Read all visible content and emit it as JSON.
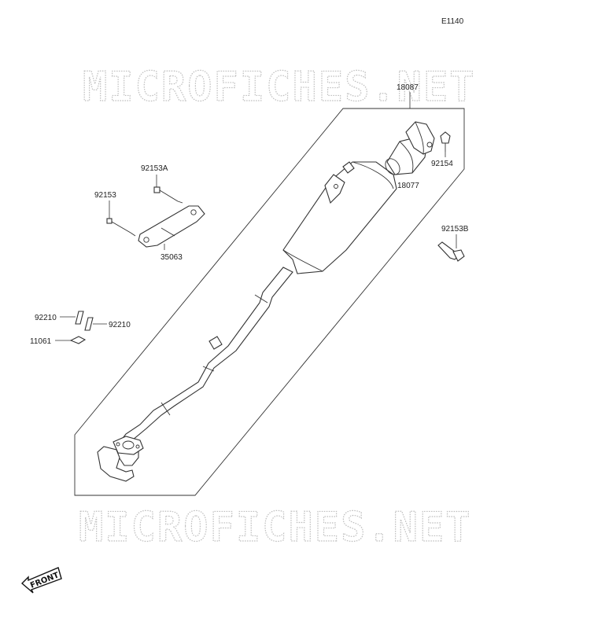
{
  "diagram_code": "E1140",
  "watermark": "MICROFICHES.NET",
  "front_label": "FRONT",
  "parts": {
    "p18087": "18087",
    "p18077": "18077",
    "p92154": "92154",
    "p92153A": "92153A",
    "p92153": "92153",
    "p35063": "35063",
    "p92153B": "92153B",
    "p92210a": "92210",
    "p92210b": "92210",
    "p11061": "11061"
  }
}
